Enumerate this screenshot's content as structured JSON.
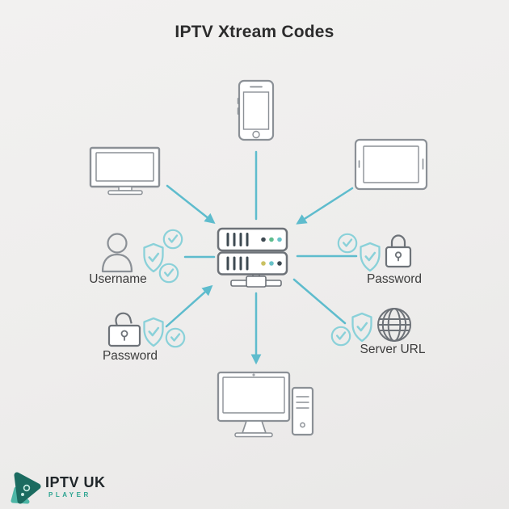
{
  "title": "IPTV Xtream Codes",
  "credentials": {
    "username": {
      "label": "Username",
      "icons": [
        "user-icon",
        "shield-check-icon",
        "check-circle-icon",
        "check-circle-icon"
      ]
    },
    "password_right": {
      "label": "Password",
      "icons": [
        "check-circle-icon",
        "shield-check-icon",
        "lock-icon"
      ]
    },
    "password_left": {
      "label": "Password",
      "icons": [
        "lock-icon",
        "shield-check-icon",
        "check-circle-icon"
      ]
    },
    "server_url": {
      "label": "Server URL",
      "icons": [
        "check-circle-icon",
        "shield-check-icon",
        "globe-icon"
      ]
    }
  },
  "devices": [
    "tv-icon",
    "smartphone-icon",
    "tablet-icon",
    "server-icon",
    "desktop-computer-icon"
  ],
  "edges": [
    {
      "from": "tv",
      "to": "server",
      "arrow": true
    },
    {
      "from": "smartphone",
      "to": "server",
      "arrow": false
    },
    {
      "from": "tablet",
      "to": "server",
      "arrow": true
    },
    {
      "from": "server",
      "to": "username",
      "arrow": false
    },
    {
      "from": "server",
      "to": "password-right",
      "arrow": false
    },
    {
      "from": "password-left",
      "to": "server",
      "arrow": true
    },
    {
      "from": "server",
      "to": "server-url",
      "arrow": false
    },
    {
      "from": "server",
      "to": "desktop-computer",
      "arrow": true
    }
  ],
  "logo": {
    "name": "IPTV UK",
    "subtitle": "PLAYER"
  },
  "colors": {
    "background": "#efeeed",
    "accent_teal": "#5ebccd",
    "badge_teal": "#8ad1d9",
    "icon_gray": "#8b9096",
    "dark_gray": "#6d7278",
    "text_dark": "#3d3d3d",
    "title_dark": "#2c2c2c",
    "dot_green": "#5fbd8e",
    "dot_yellow": "#c9c162",
    "dot_teal": "#68c2c8",
    "dot_dark": "#3e4a52",
    "logo_dark": "#1b6b60",
    "logo_light": "#4db6a6",
    "logo_text": "#20262a",
    "logo_sub": "#2ba390"
  }
}
